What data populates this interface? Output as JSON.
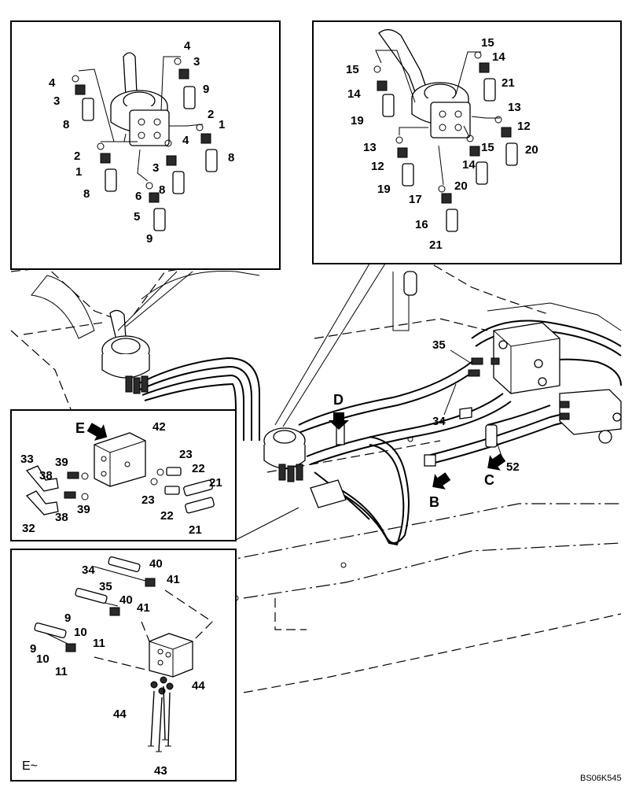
{
  "drawing_code": "BS06K545",
  "view_labels": {
    "D": "D",
    "B": "B",
    "C": "C",
    "E_arrow": "E",
    "E_detail": "E~"
  },
  "callouts": {
    "inset1": [
      "4",
      "3",
      "8",
      "2",
      "1",
      "8",
      "5",
      "9",
      "6",
      "4",
      "3",
      "9",
      "2",
      "1",
      "4",
      "3",
      "8",
      "8"
    ],
    "inset2": [
      "15",
      "14",
      "19",
      "13",
      "12",
      "19",
      "17",
      "16",
      "21",
      "15",
      "14",
      "21",
      "13",
      "12",
      "15",
      "14",
      "20",
      "20"
    ],
    "inset3": [
      "42",
      "33",
      "39",
      "38",
      "38",
      "39",
      "32",
      "23",
      "22",
      "21",
      "23",
      "22",
      "21"
    ],
    "inset4": [
      "34",
      "40",
      "41",
      "35",
      "9",
      "40",
      "10",
      "41",
      "11",
      "9",
      "10",
      "11",
      "44",
      "44",
      "43"
    ],
    "main": [
      "35",
      "34",
      "52"
    ]
  }
}
